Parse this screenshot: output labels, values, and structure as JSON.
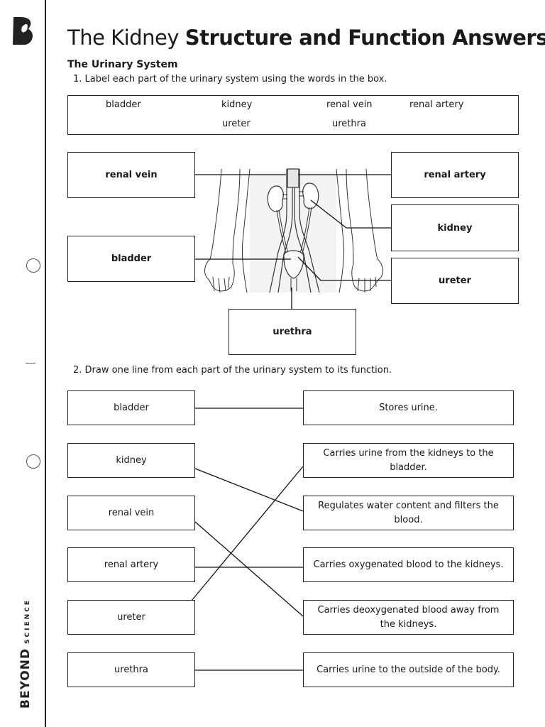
{
  "brand": {
    "name": "BEYOND",
    "sub": "SCIENCE"
  },
  "title": {
    "light": "The Kidney ",
    "bold": "Structure and Function Answers"
  },
  "section": "The Urinary System",
  "question1": "1.  Label each part of the urinary system using the words in the box.",
  "word_box": [
    "bladder",
    "kidney",
    "renal vein",
    "renal artery",
    "ureter",
    "urethra"
  ],
  "labels": {
    "renal_vein": "renal vein",
    "bladder": "bladder",
    "renal_artery": "renal artery",
    "kidney": "kidney",
    "ureter": "ureter",
    "urethra": "urethra"
  },
  "question2": "2.  Draw one line from each part of the urinary system to its function.",
  "parts": [
    "bladder",
    "kidney",
    "renal vein",
    "renal artery",
    "ureter",
    "urethra"
  ],
  "functions": [
    "Stores urine.",
    "Carries urine from the kidneys to the bladder.",
    "Regulates water content and filters the blood.",
    "Carries oxygenated blood to the kidneys.",
    "Carries deoxygenated blood away from the kidneys.",
    "Carries urine to the outside of the body."
  ]
}
